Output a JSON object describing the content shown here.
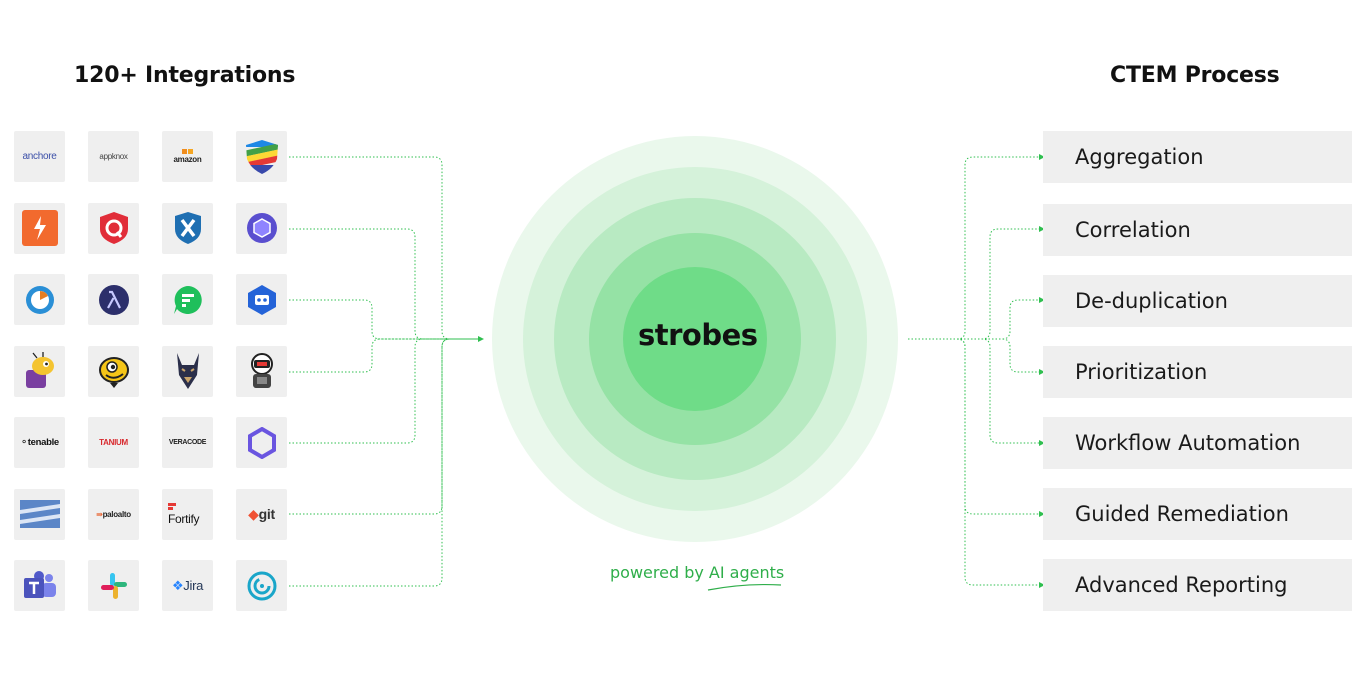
{
  "left_heading": "120+ Integrations",
  "right_heading": "CTEM Process",
  "center": {
    "logo_text": "strobes",
    "tagline": "powered by AI agents"
  },
  "colors": {
    "ring_outer": "#eaf8ec",
    "ring_2": "#d5f2da",
    "ring_3": "#b8eac2",
    "ring_4": "#95e2a5",
    "ring_inner": "#6fdc88",
    "connector": "#2fbf4f",
    "tagline": "#2fae4a",
    "tile_bg": "#efefef"
  },
  "integrations": [
    {
      "icon": "anchore-logo",
      "text": "anchore"
    },
    {
      "icon": "appknox-logo",
      "text": "appknox"
    },
    {
      "icon": "amazon-web-services-logo",
      "text": "amazon"
    },
    {
      "icon": "rainbow-shield-icon",
      "text": ""
    },
    {
      "icon": "orange-bolt-icon",
      "text": ""
    },
    {
      "icon": "qualys-icon",
      "text": ""
    },
    {
      "icon": "blue-x-shield-icon",
      "text": ""
    },
    {
      "icon": "purple-hexagon-icon",
      "text": ""
    },
    {
      "icon": "blue-chat-bubble-icon",
      "text": ""
    },
    {
      "icon": "lambda-icon",
      "text": ""
    },
    {
      "icon": "green-chat-icon",
      "text": ""
    },
    {
      "icon": "blue-robot-icon",
      "text": ""
    },
    {
      "icon": "bee-mascot-icon",
      "text": ""
    },
    {
      "icon": "yellow-bird-icon",
      "text": ""
    },
    {
      "icon": "doberman-icon",
      "text": ""
    },
    {
      "icon": "robot-mascot-icon",
      "text": ""
    },
    {
      "icon": "tenable-logo",
      "text": "tenable"
    },
    {
      "icon": "tanium-logo",
      "text": "TANIUM"
    },
    {
      "icon": "veracode-logo",
      "text": "VERACODE"
    },
    {
      "icon": "hexagon-outline-icon",
      "text": ""
    },
    {
      "icon": "striped-flag-icon",
      "text": ""
    },
    {
      "icon": "paloalto-logo",
      "text": "paloalto"
    },
    {
      "icon": "fortify-logo",
      "text": "Fortify"
    },
    {
      "icon": "git-logo",
      "text": "git"
    },
    {
      "icon": "teams-icon",
      "text": ""
    },
    {
      "icon": "slack-icon",
      "text": ""
    },
    {
      "icon": "jira-logo",
      "text": "Jira"
    },
    {
      "icon": "teal-circle-icon",
      "text": ""
    }
  ],
  "ctem_steps": [
    "Aggregation",
    "Correlation",
    "De-duplication",
    "Prioritization",
    "Workflow Automation",
    "Guided Remediation",
    "Advanced Reporting"
  ]
}
